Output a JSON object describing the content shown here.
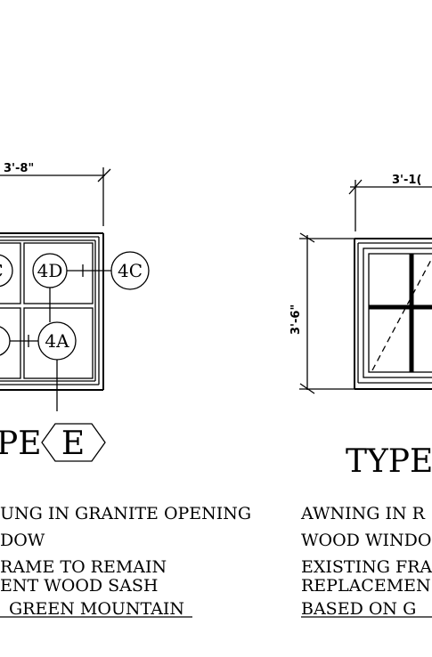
{
  "left_detail": {
    "width_dim": "3'-8\"",
    "tags": {
      "top_left": "C",
      "top_right": "4D",
      "bottom_left": "",
      "bottom_right": "4A",
      "outside": "4C"
    },
    "type_prefix": "PE",
    "type_hex": "E",
    "notes": [
      "UNG IN GRANITE OPENING",
      "DOW",
      "RAME TO REMAIN",
      "ENT WOOD SASH",
      "GREEN MOUNTAIN"
    ]
  },
  "right_detail": {
    "width_dim": "3'-1(",
    "height_dim": "3'-6\"",
    "type_label": "TYPE",
    "notes": [
      "AWNING IN R",
      "WOOD WINDO",
      "EXISTING FRA",
      "REPLACEMEN",
      "BASED ON  G"
    ]
  }
}
